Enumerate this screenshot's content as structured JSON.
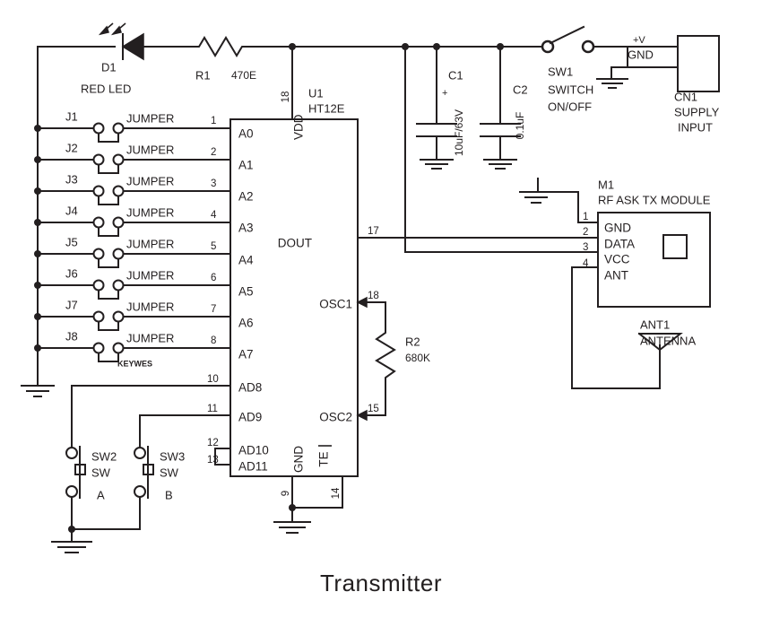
{
  "sheet": {
    "title": "Transmitter",
    "ink_color": "#231f20",
    "background": "#ffffff"
  },
  "components": {
    "d1": {
      "ref": "D1",
      "desc": "RED LED"
    },
    "r1": {
      "ref": "R1",
      "value": "470E"
    },
    "r2": {
      "ref": "R2",
      "value": "680K"
    },
    "c1": {
      "ref": "C1",
      "value": "10uF/63V",
      "polarity": "+"
    },
    "c2": {
      "ref": "C2",
      "value": "0.1uF"
    },
    "sw1": {
      "ref": "SW1",
      "desc_line1": "SWITCH",
      "desc_line2": "ON/OFF"
    },
    "sw2": {
      "ref": "SW2",
      "type": "SW",
      "designator": "A"
    },
    "sw3": {
      "ref": "SW3",
      "type": "SW",
      "designator": "B"
    },
    "cn1": {
      "ref": "CN1",
      "desc_line1": "SUPPLY",
      "desc_line2": "INPUT",
      "net_pos": "+V",
      "net_gnd": "GND"
    },
    "u1": {
      "ref": "U1",
      "part": "HT12E",
      "left_pins": [
        {
          "num": "1",
          "name": "A0"
        },
        {
          "num": "2",
          "name": "A1"
        },
        {
          "num": "3",
          "name": "A2"
        },
        {
          "num": "4",
          "name": "A3"
        },
        {
          "num": "5",
          "name": "A4"
        },
        {
          "num": "6",
          "name": "A5"
        },
        {
          "num": "7",
          "name": "A6"
        },
        {
          "num": "8",
          "name": "A7"
        },
        {
          "num": "10",
          "name": "AD8"
        },
        {
          "num": "11",
          "name": "AD9"
        },
        {
          "num": "12",
          "name": "AD10"
        },
        {
          "num": "13",
          "name": "AD11"
        }
      ],
      "right_pins": [
        {
          "num": "17",
          "name": "DOUT"
        },
        {
          "num": "18",
          "name": "OSC1"
        },
        {
          "num": "15",
          "name": "OSC2"
        }
      ],
      "top_pins": [
        {
          "num": "18",
          "name": "VDD"
        }
      ],
      "bottom_pins": [
        {
          "num": "9",
          "name": "GND"
        },
        {
          "num": "14",
          "name": "TE"
        }
      ]
    },
    "m1": {
      "ref": "M1",
      "desc": "RF ASK TX MODULE",
      "pins": [
        {
          "num": "1",
          "name": "GND"
        },
        {
          "num": "2",
          "name": "DATA"
        },
        {
          "num": "3",
          "name": "VCC"
        },
        {
          "num": "4",
          "name": "ANT"
        }
      ]
    },
    "ant1": {
      "ref": "ANT1",
      "desc": "ANTENNA"
    },
    "jumpers": [
      {
        "ref": "J1",
        "label": "JUMPER",
        "pin": "1"
      },
      {
        "ref": "J2",
        "label": "JUMPER",
        "pin": "2"
      },
      {
        "ref": "J3",
        "label": "JUMPER",
        "pin": "3"
      },
      {
        "ref": "J4",
        "label": "JUMPER",
        "pin": "4"
      },
      {
        "ref": "J5",
        "label": "JUMPER",
        "pin": "5"
      },
      {
        "ref": "J6",
        "label": "JUMPER",
        "pin": "6"
      },
      {
        "ref": "J7",
        "label": "JUMPER",
        "pin": "7"
      },
      {
        "ref": "J8",
        "label": "JUMPER",
        "pin": "8"
      }
    ],
    "overlap_artifact": {
      "text": "KEYWES"
    }
  }
}
